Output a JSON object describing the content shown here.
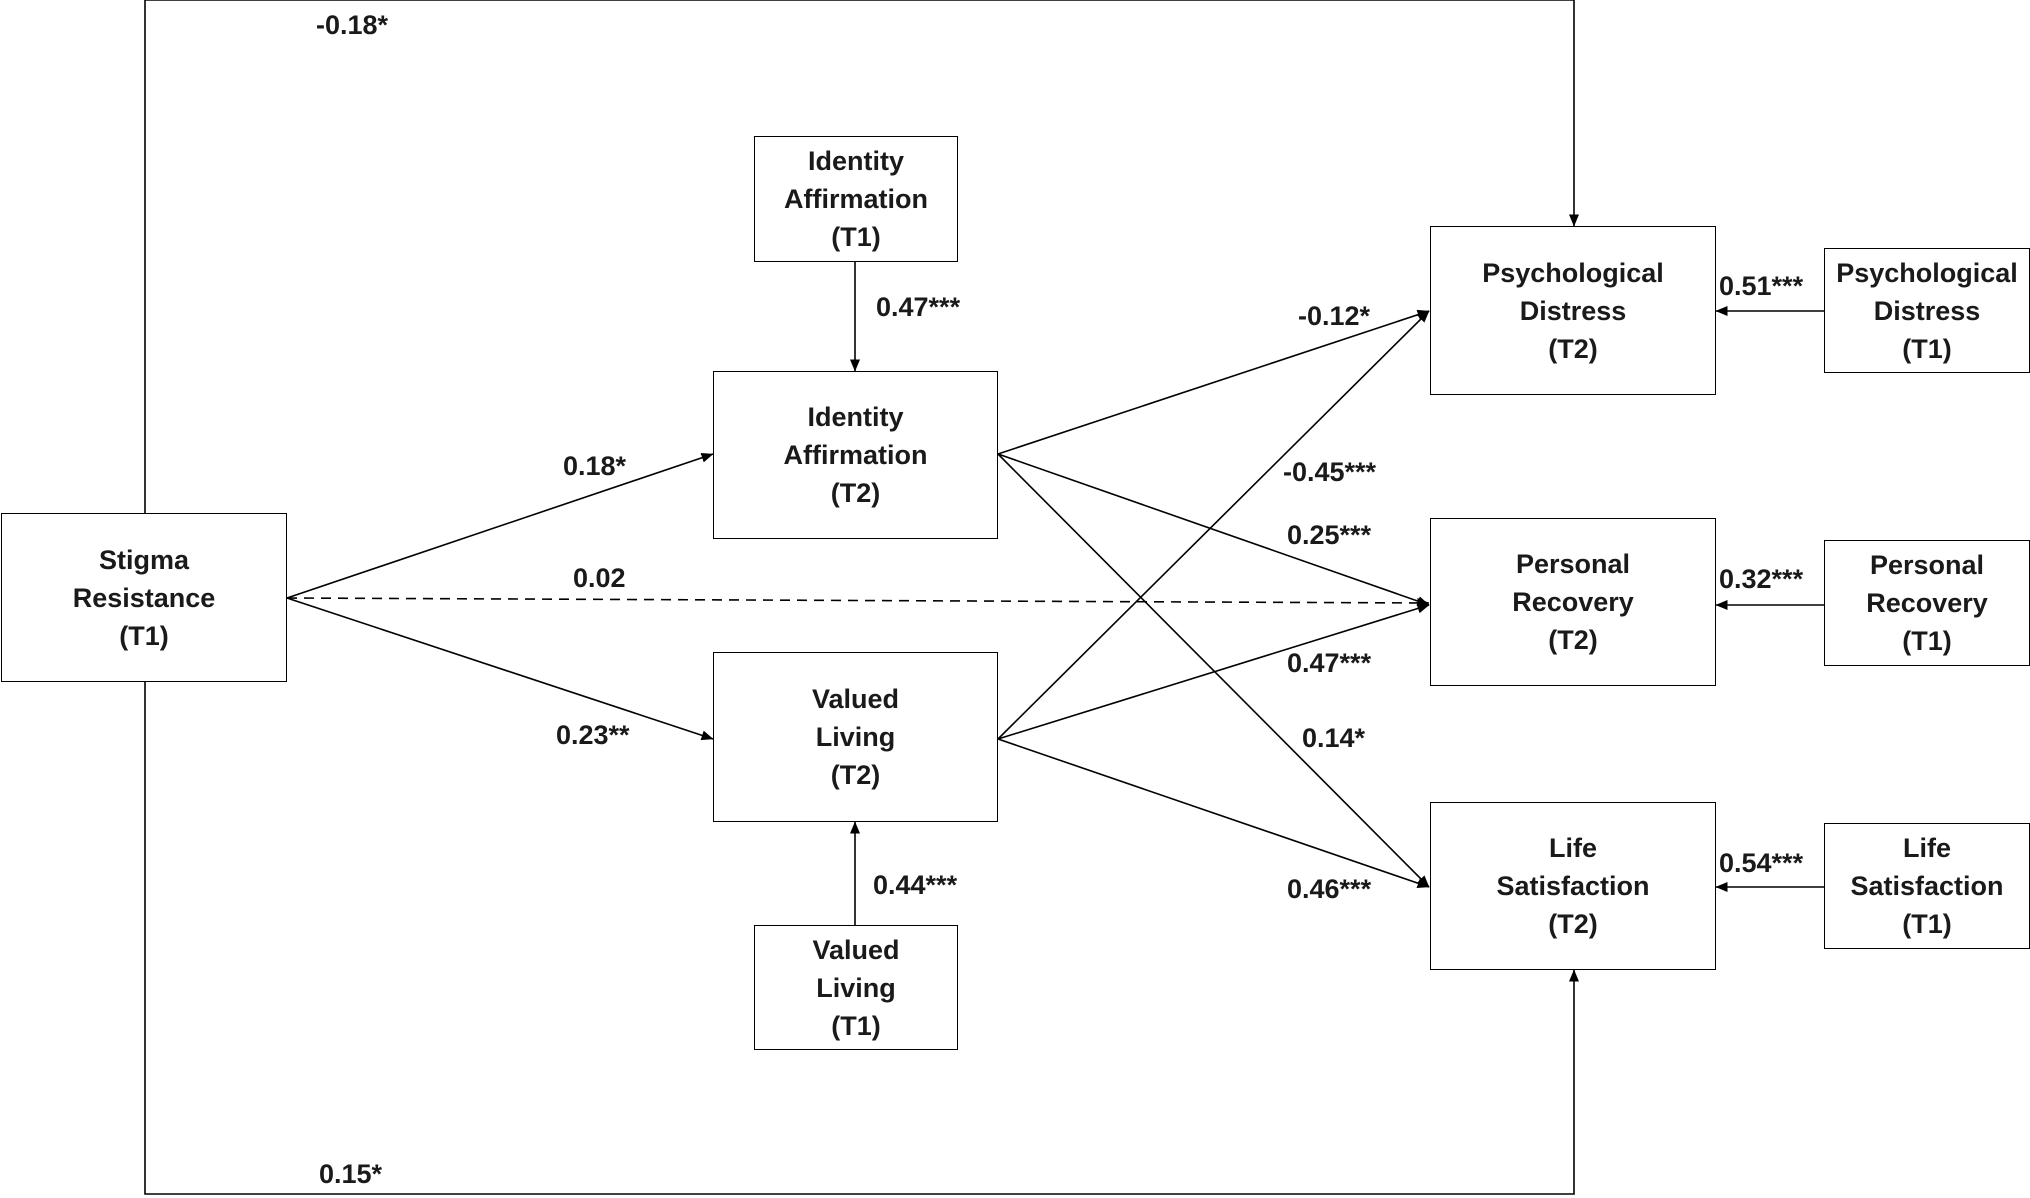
{
  "nodes": {
    "stigma_resistance_t1": [
      "Stigma",
      "Resistance",
      "(T1)"
    ],
    "identity_affirmation_t1": [
      "Identity",
      "Affirmation",
      "(T1)"
    ],
    "identity_affirmation_t2": [
      "Identity",
      "Affirmation",
      "(T2)"
    ],
    "valued_living_t2": [
      "Valued",
      "Living",
      "(T2)"
    ],
    "valued_living_t1": [
      "Valued",
      "Living",
      "(T1)"
    ],
    "psychological_distress_t2": [
      "Psychological",
      "Distress",
      "(T2)"
    ],
    "personal_recovery_t2": [
      "Personal",
      "Recovery",
      "(T2)"
    ],
    "life_satisfaction_t2": [
      "Life",
      "Satisfaction",
      "(T2)"
    ],
    "psychological_distress_t1": [
      "Psychological",
      "Distress",
      "(T1)"
    ],
    "personal_recovery_t1": [
      "Personal",
      "Recovery",
      "(T1)"
    ],
    "life_satisfaction_t1": [
      "Life",
      "Satisfaction",
      "(T1)"
    ]
  },
  "paths": {
    "sr_to_pd": "-0.18*",
    "sr_to_ls": "0.15*",
    "sr_to_ia": "0.18*",
    "sr_to_pr": "0.02",
    "sr_to_vl": "0.23**",
    "ia1_to_ia2": "0.47***",
    "vl1_to_vl2": "0.44***",
    "ia_to_pd": "-0.12*",
    "vl_to_pd": "-0.45***",
    "ia_to_pr": "0.25***",
    "vl_to_pr": "0.47***",
    "ia_to_ls": "0.14*",
    "vl_to_ls": "0.46***",
    "pd1_to_pd2": "0.51***",
    "pr1_to_pr2": "0.32***",
    "ls1_to_ls2": "0.54***"
  },
  "line_styles": {
    "significant": "solid",
    "non_significant": "dashed"
  }
}
